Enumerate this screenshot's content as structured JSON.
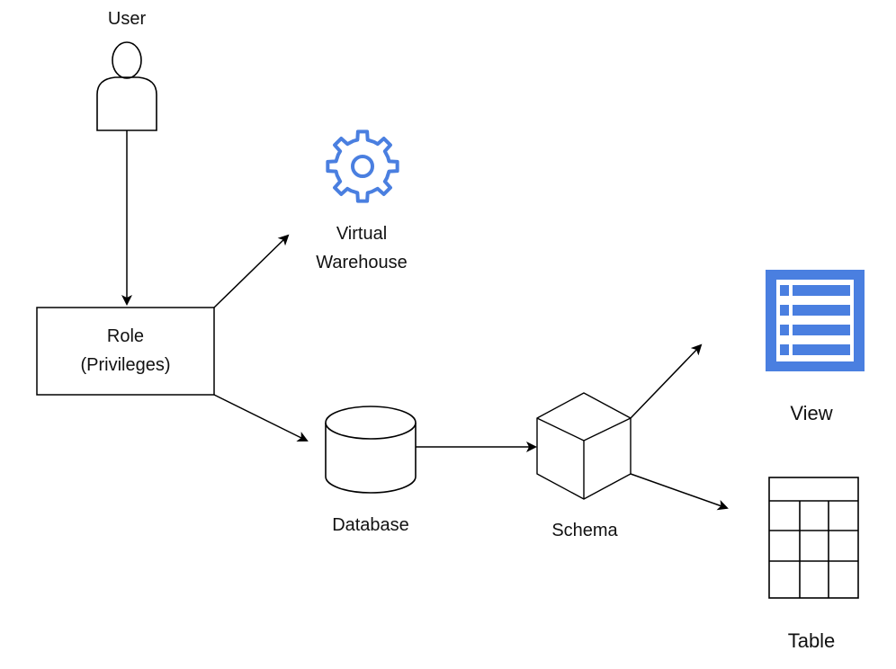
{
  "labels": {
    "user": "User",
    "role_line1": "Role",
    "role_line2": "(Privileges)",
    "warehouse_line1": "Virtual",
    "warehouse_line2": "Warehouse",
    "database": "Database",
    "schema": "Schema",
    "view": "View",
    "table": "Table"
  },
  "icons": {
    "user": "user-icon",
    "warehouse": "gear-icon",
    "database": "database-cylinder-icon",
    "schema": "cube-icon",
    "view": "list-view-icon",
    "table": "table-grid-icon"
  },
  "colors": {
    "stroke": "#000000",
    "accent": "#4a7fe0",
    "view_fill": "#4a7fe0"
  }
}
